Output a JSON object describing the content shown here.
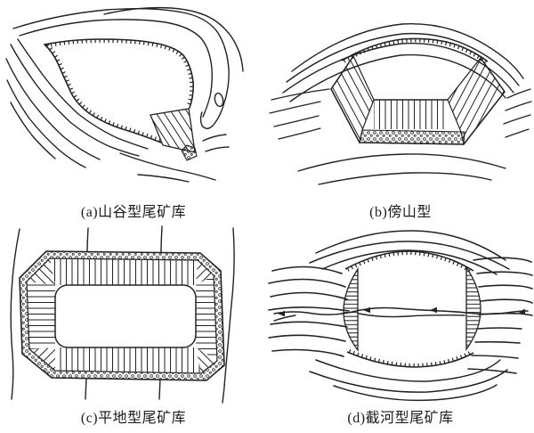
{
  "figure": {
    "paper_color": "#ffffff",
    "ink_color": "#222222",
    "panels": {
      "a": {
        "id": "a",
        "type": "valley-type-tailings-pond",
        "caption": "(a)山谷型尾矿库"
      },
      "b": {
        "id": "b",
        "type": "hillside-type-tailings-pond",
        "caption": "(b)傍山型"
      },
      "c": {
        "id": "c",
        "type": "flat-land-type-tailings-pond",
        "caption": "(c)平地型尾矿库"
      },
      "d": {
        "id": "d",
        "type": "river-interception-type-tailings-pond",
        "caption": "(d)截河型尾矿库"
      }
    }
  }
}
